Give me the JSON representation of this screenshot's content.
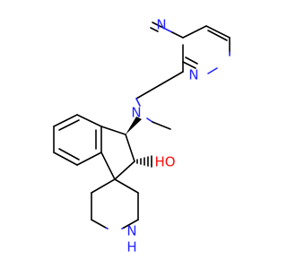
{
  "atoms": {
    "pyrazine_n_top": {
      "symbol": "N",
      "color": "#2323ff"
    },
    "pyrazine_n_right": {
      "symbol": "N",
      "color": "#2323ff"
    },
    "amine_n": {
      "symbol": "N",
      "color": "#2323ff"
    },
    "hydroxyl": {
      "symbol": "HO",
      "color": "#ff0d0d"
    },
    "piperidine_n": {
      "symbol": "N",
      "color": "#2323ff"
    },
    "piperidine_h": {
      "symbol": "H",
      "color": "#2323ff"
    }
  }
}
